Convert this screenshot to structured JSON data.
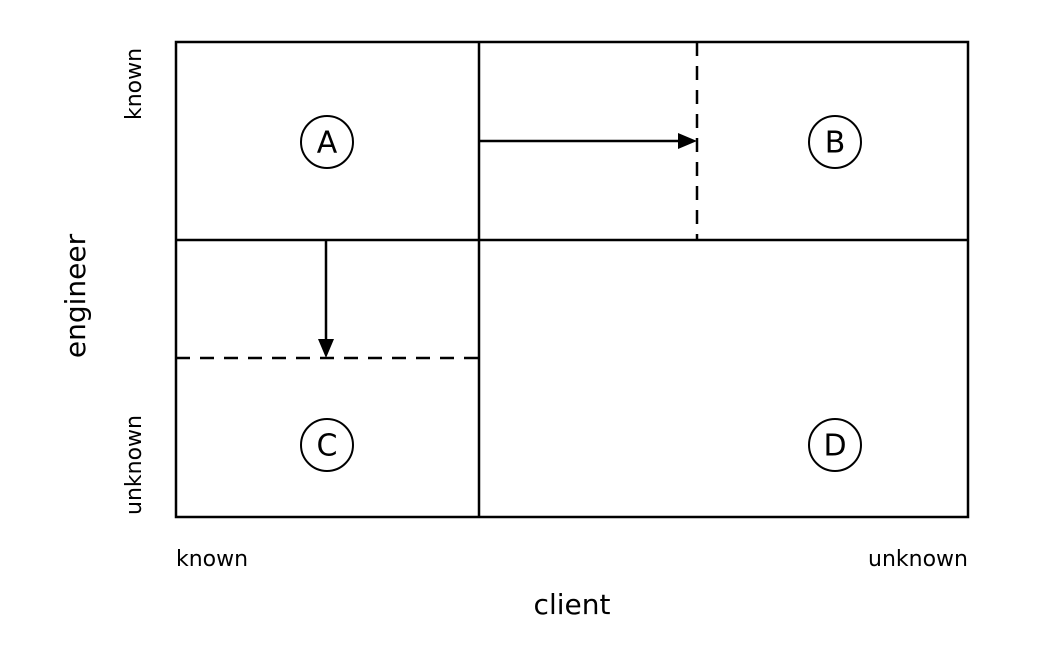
{
  "quadrants": {
    "a": "A",
    "b": "B",
    "c": "C",
    "d": "D"
  },
  "x_axis": {
    "title": "client",
    "low_label": "known",
    "high_label": "unknown"
  },
  "y_axis": {
    "title": "engineer",
    "high_label": "known",
    "low_label": "unknown"
  }
}
